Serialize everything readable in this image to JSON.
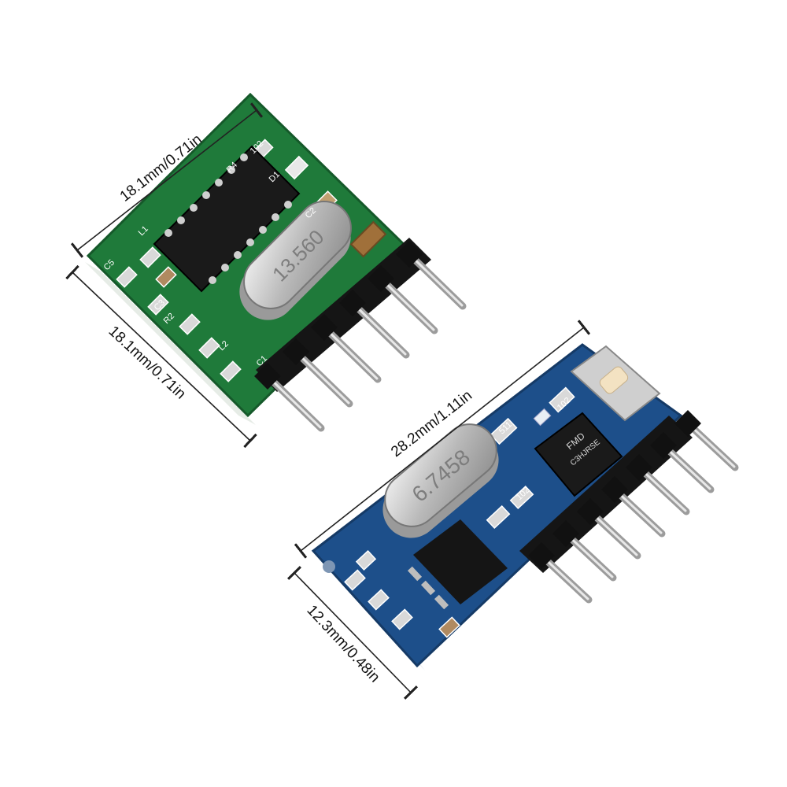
{
  "dimensions": {
    "green_top": "18.1mm/0.71in",
    "green_side": "18.1mm/0.71in",
    "blue_top": "28.2mm/1.11in",
    "blue_side": "12.3mm/0.48in"
  },
  "green_board": {
    "crystal_label": "13.560",
    "silkscreen": [
      "R4",
      "D1",
      "C5",
      "L1",
      "L2",
      "C1",
      "C2",
      "C3",
      "R2",
      "102"
    ],
    "pin_count": 6
  },
  "blue_board": {
    "crystal_label": "6.7458",
    "ic_label_1": "FMD",
    "ic_label_2": "C3HJRSE",
    "silkscreen": [
      "102",
      "511",
      "102"
    ],
    "pin_count": 7
  },
  "colors": {
    "green_pcb": "#1f7a3a",
    "blue_pcb": "#1d4f8a",
    "crystal_metal": "#c9c9c9",
    "chip_black": "#1a1a1a",
    "pin_metal": "#b5b5b5",
    "header_black": "#151515"
  }
}
